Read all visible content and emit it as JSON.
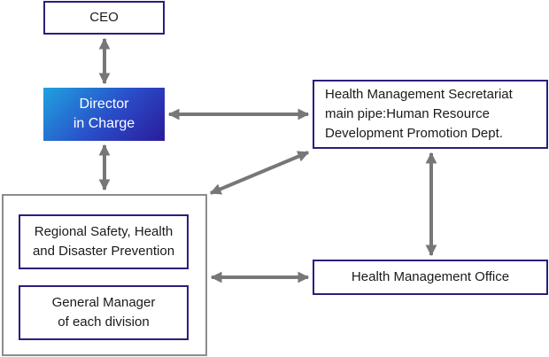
{
  "nodes": {
    "ceo": "CEO",
    "director": "Director\nin Charge",
    "secretariat": "Health Management Secretariat\nmain pipe:Human Resource\nDevelopment Promotion Dept.",
    "regional": "Regional Safety, Health\nand Disaster Prevention",
    "general_manager": "General Manager\nof each division",
    "office": "Health Management Office"
  },
  "colors": {
    "box_border": "#2a1f7a",
    "group_border": "#8c8c8c",
    "arrow": "#777777",
    "director_gradient": [
      "#1fa2e0",
      "#2a4bc8",
      "#2b1b9a"
    ]
  },
  "connections": [
    {
      "from": "ceo",
      "to": "director",
      "type": "bidirectional"
    },
    {
      "from": "director",
      "to": "secretariat",
      "type": "bidirectional"
    },
    {
      "from": "director",
      "to": "group",
      "type": "bidirectional"
    },
    {
      "from": "secretariat",
      "to": "group",
      "type": "bidirectional"
    },
    {
      "from": "secretariat",
      "to": "office",
      "type": "bidirectional"
    },
    {
      "from": "group",
      "to": "office",
      "type": "bidirectional"
    }
  ]
}
